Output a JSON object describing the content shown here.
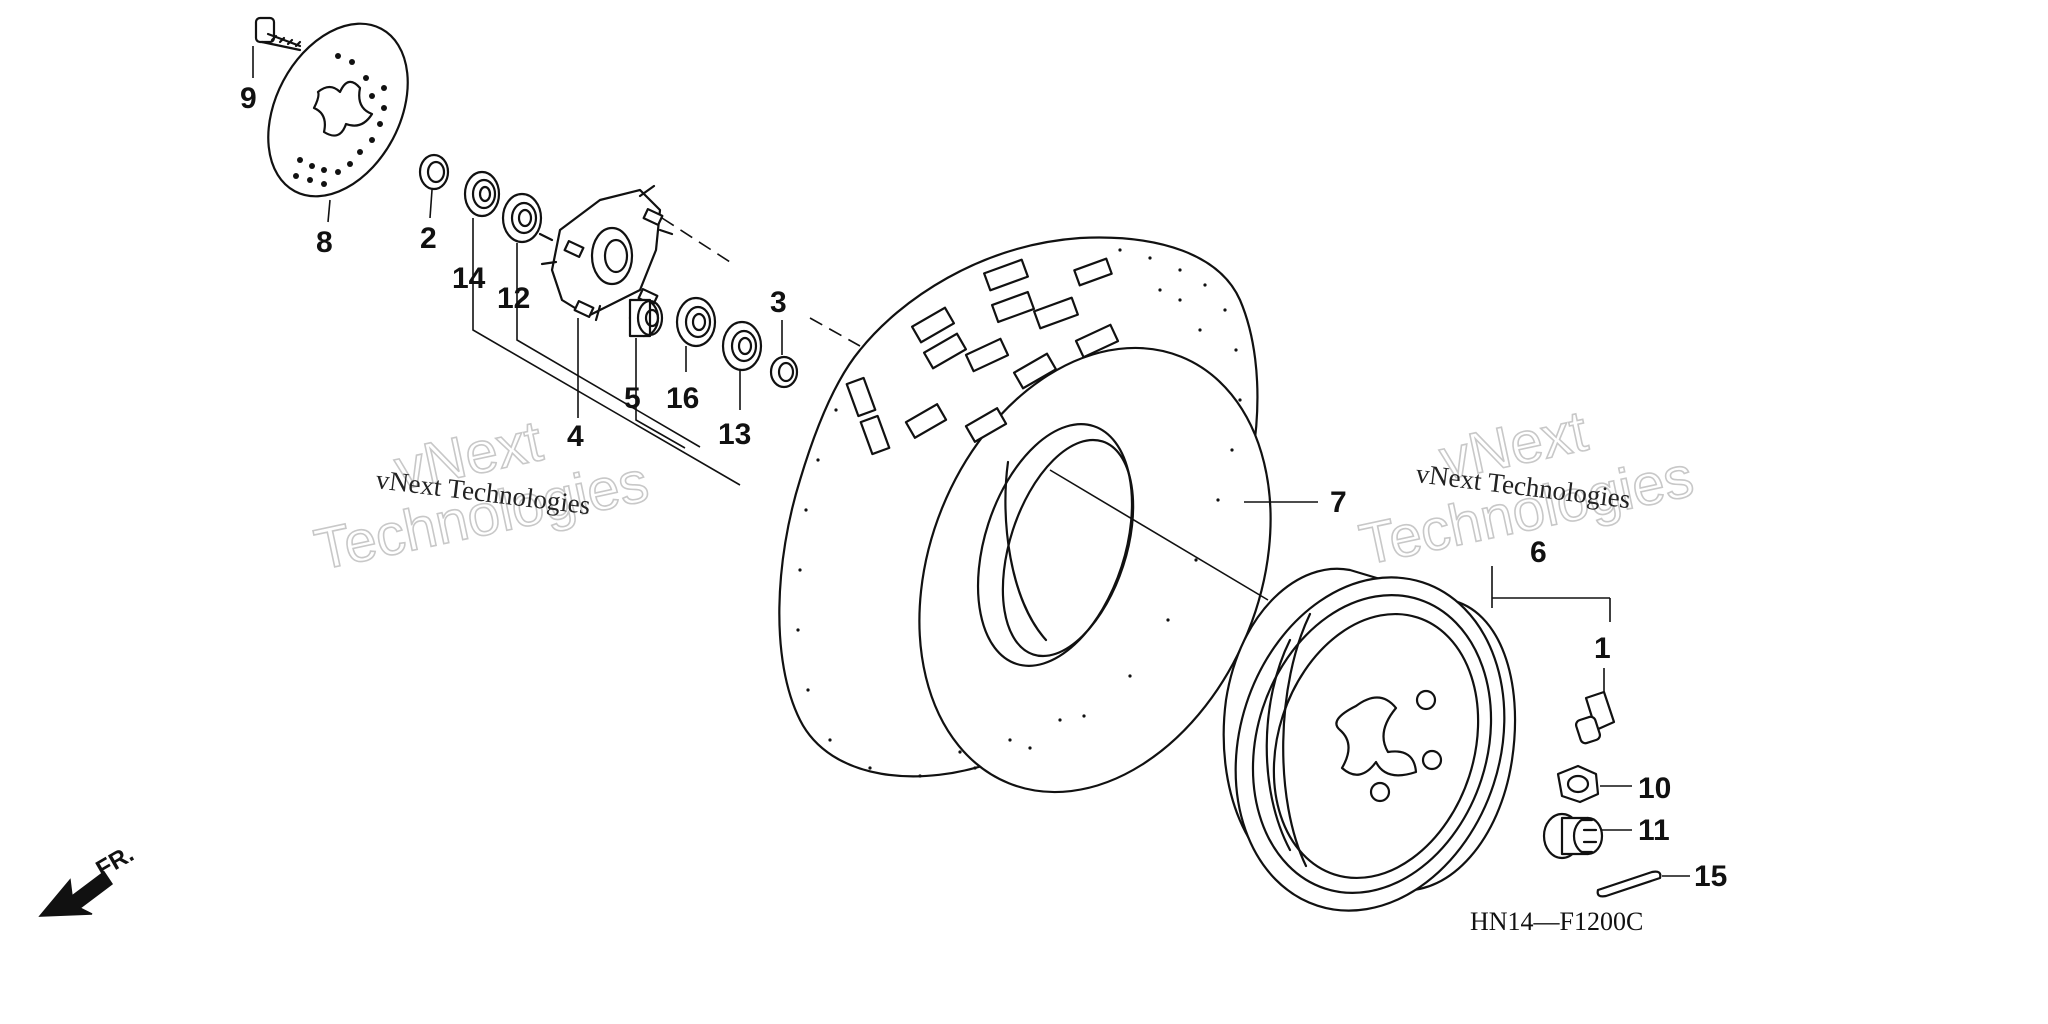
{
  "diagram_code": "HN14—F1200C",
  "direction_label": "FR.",
  "watermark": {
    "small": "vNext Technologies",
    "big_line1": "vNext",
    "big_line2": "Technologies"
  },
  "callouts": [
    {
      "id": "c9",
      "label": "9"
    },
    {
      "id": "c8",
      "label": "8"
    },
    {
      "id": "c2",
      "label": "2"
    },
    {
      "id": "c14",
      "label": "14"
    },
    {
      "id": "c12",
      "label": "12"
    },
    {
      "id": "c4",
      "label": "4"
    },
    {
      "id": "c5",
      "label": "5"
    },
    {
      "id": "c16",
      "label": "16"
    },
    {
      "id": "c3",
      "label": "3"
    },
    {
      "id": "c13",
      "label": "13"
    },
    {
      "id": "c7",
      "label": "7"
    },
    {
      "id": "c6",
      "label": "6"
    },
    {
      "id": "c1",
      "label": "1"
    },
    {
      "id": "c10",
      "label": "10"
    },
    {
      "id": "c11",
      "label": "11"
    },
    {
      "id": "c15",
      "label": "15"
    }
  ]
}
